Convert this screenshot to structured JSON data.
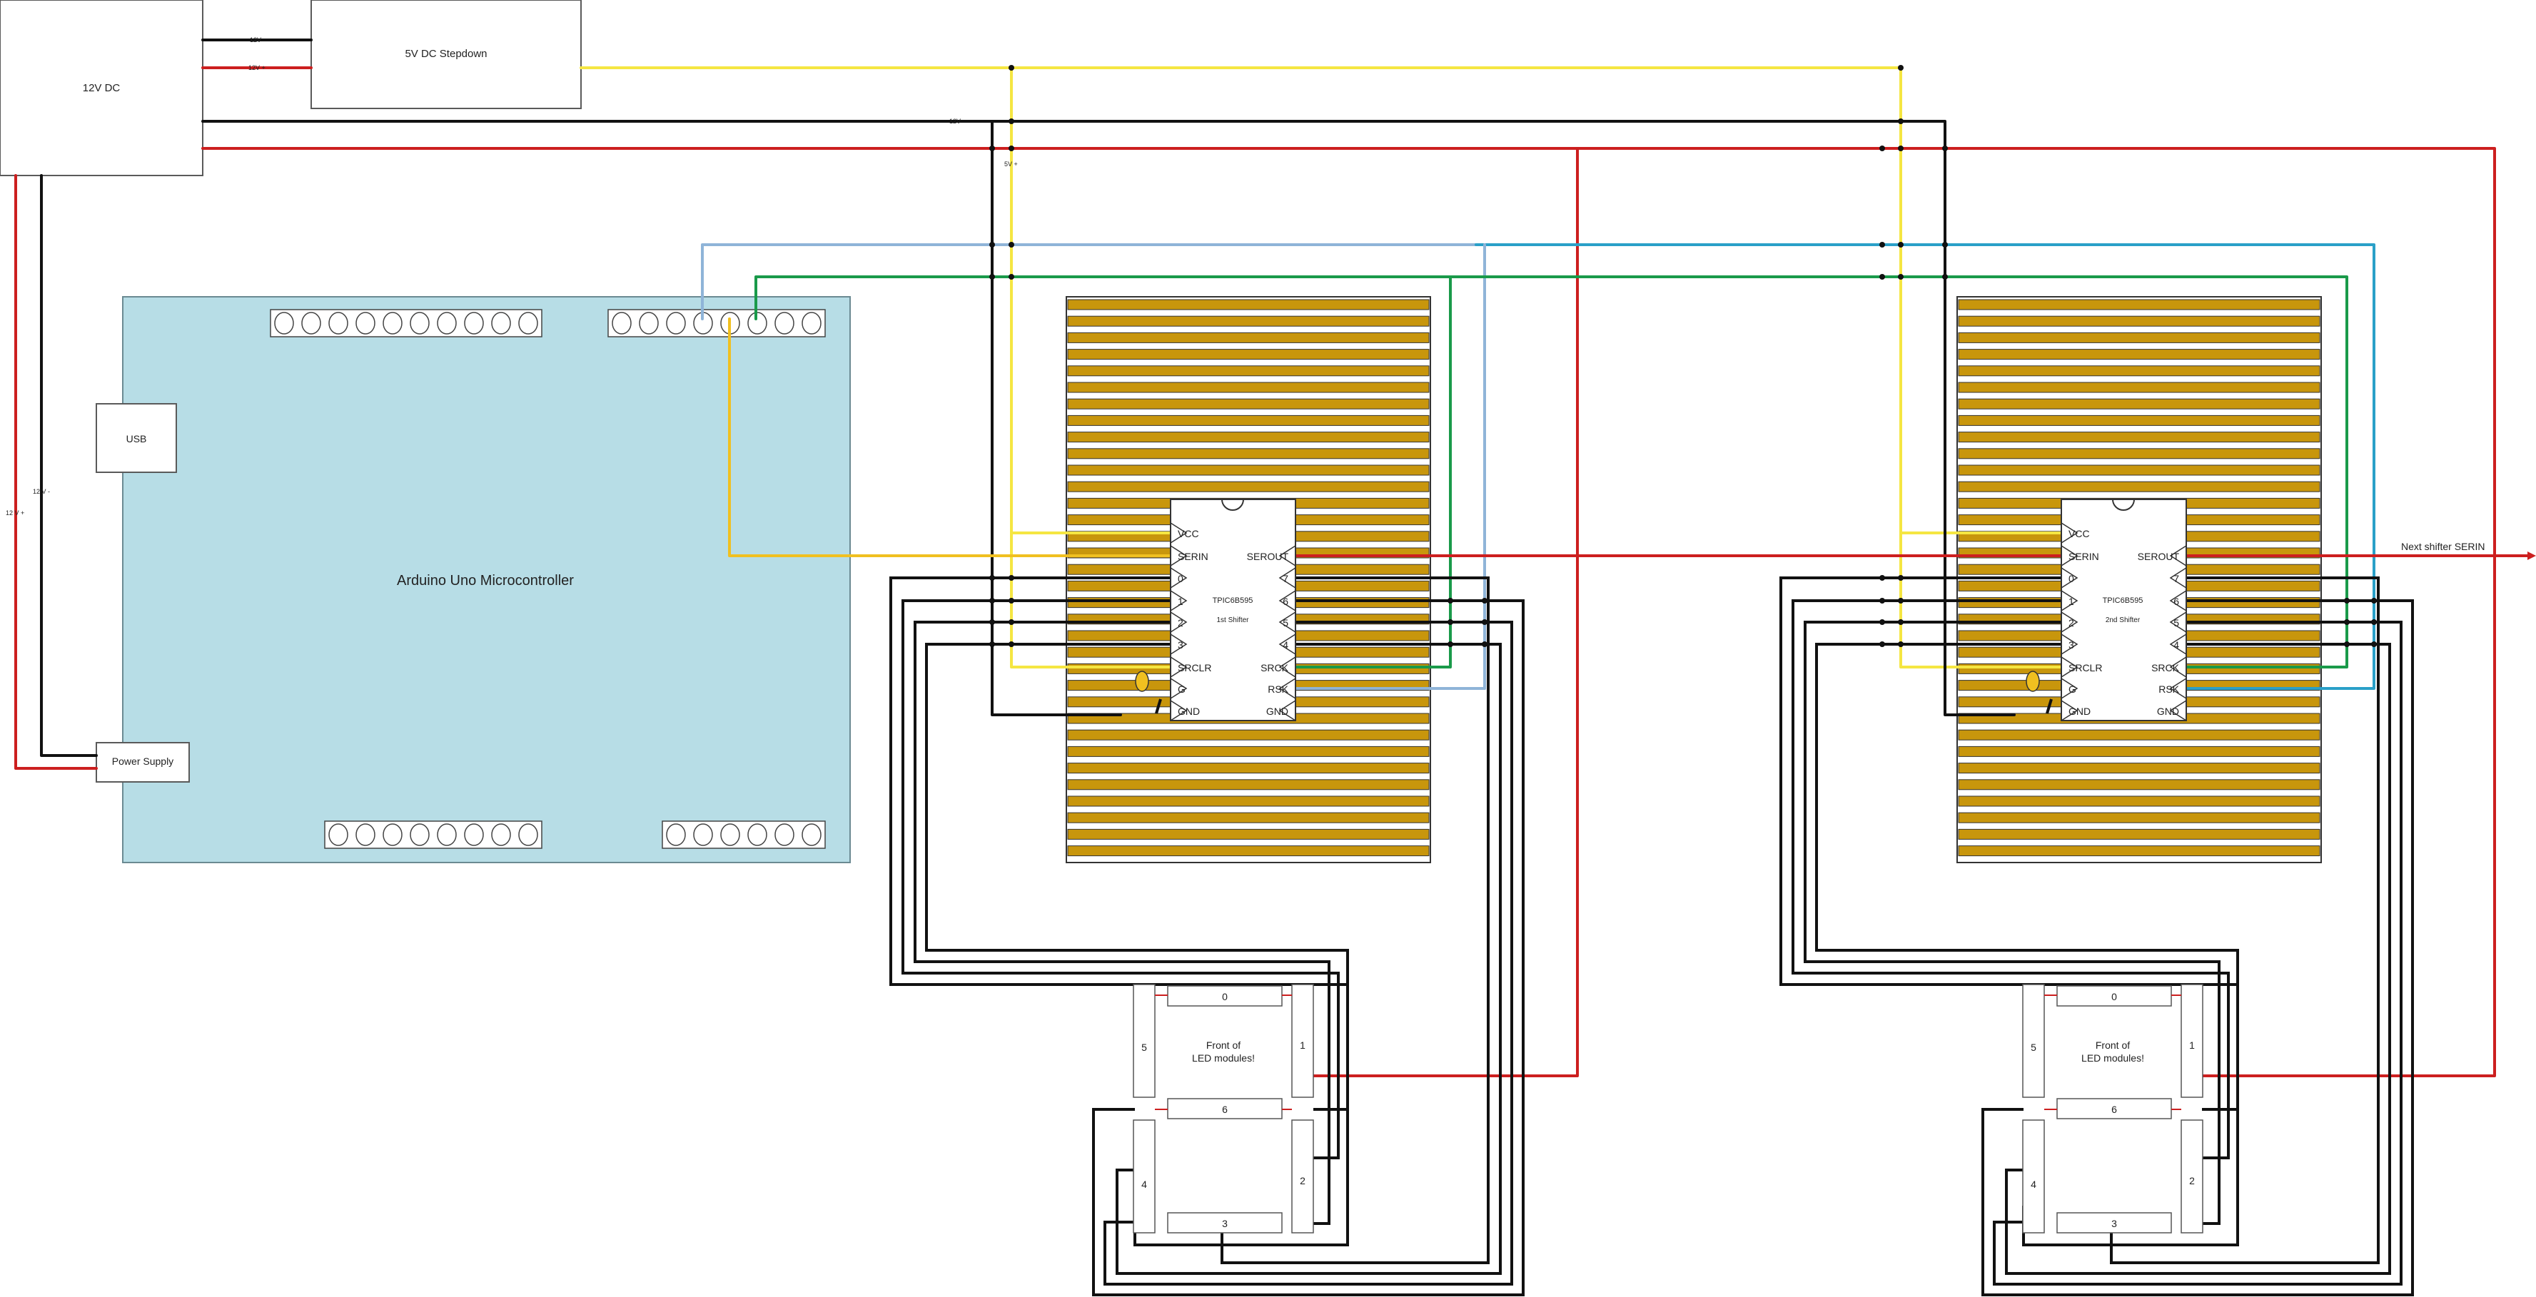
{
  "power": {
    "dc12_label": "12V DC",
    "stepdown_label": "5V DC Stepdown",
    "tag_12v_a": "12V",
    "tag_12v_b": "12V +",
    "tag_12v_main": "12V",
    "tag_5v": "5V +",
    "tag_side_a": "12 V -",
    "tag_side_b": "12 V +"
  },
  "arduino": {
    "title": "Arduino Uno Microcontroller",
    "usb_label": "USB",
    "power_supply_label": "Power Supply"
  },
  "shifters": [
    {
      "chip": "TPIC6B595",
      "subtitle": "1st Shifter",
      "left_pins": [
        "VCC",
        "SERIN",
        "0",
        "1",
        "2",
        "3",
        "SRCLR",
        "G",
        "GND"
      ],
      "right_pins": [
        "SEROUT",
        "7",
        "6",
        "5",
        "4",
        "SRCK",
        "RSK",
        "GND"
      ]
    },
    {
      "chip": "TPIC6B595",
      "subtitle": "2nd Shifter",
      "left_pins": [
        "VCC",
        "SERIN",
        "0",
        "1",
        "2",
        "3",
        "SRCLR",
        "G",
        "GND"
      ],
      "right_pins": [
        "SEROUT",
        "7",
        "6",
        "5",
        "4",
        "SRCK",
        "RSK",
        "GND"
      ]
    }
  ],
  "led_modules": [
    {
      "front_label": "Front of LED modules!",
      "segments": [
        "0",
        "1",
        "2",
        "3",
        "4",
        "5",
        "6"
      ]
    },
    {
      "front_label": "Front of LED modules!",
      "segments": [
        "0",
        "1",
        "2",
        "3",
        "4",
        "5",
        "6"
      ]
    }
  ],
  "next_shifter_label": "Next shifter SERIN",
  "colors": {
    "power_12v": "#cc1f1f",
    "ground": "#111111",
    "power_5v": "#f5e642",
    "serin": "#f0c020",
    "srck": "#1a9a4a",
    "rck": "#8fb4d8",
    "rck_b": "#2aa0c8",
    "arduino_board": "#b7dde6",
    "stripboard": "#c8960c",
    "capacitor": "#f0c020"
  }
}
